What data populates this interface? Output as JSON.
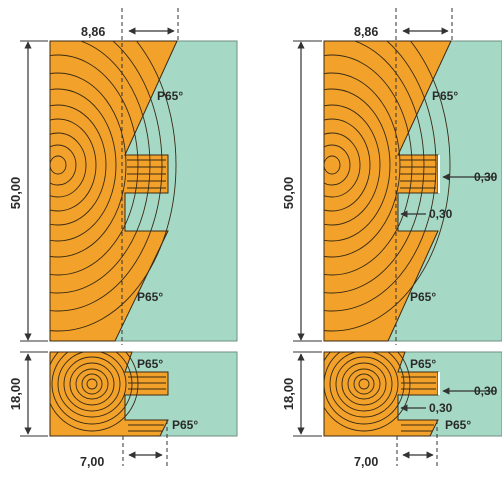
{
  "colors": {
    "wood": "#f2a22a",
    "wood_ring": "#3a2a14",
    "mint": "#a5d9c6",
    "mint_edge": "#6f8f82",
    "dim_line": "#333333"
  },
  "left_panel": {
    "top_dimension": "8,86",
    "height_label": "50,00",
    "angle_label_upper": "P65°",
    "angle_label_lower": "P65°"
  },
  "left_small_panel": {
    "height_label": "18,00",
    "angle_label_upper": "P65°",
    "angle_label_lower": "P65°",
    "bottom_dimension": "7,00"
  },
  "right_panel": {
    "top_dimension": "8,86",
    "height_label": "50,00",
    "angle_label_upper": "P65°",
    "angle_label_lower": "P65°",
    "gap_label_upper": "0,30",
    "gap_label_lower": "0,30"
  },
  "right_small_panel": {
    "height_label": "18,00",
    "angle_label_upper": "P65°",
    "angle_label_lower": "P65°",
    "gap_label_upper": "0,30",
    "gap_label_lower": "0,30",
    "bottom_dimension": "7,00"
  }
}
